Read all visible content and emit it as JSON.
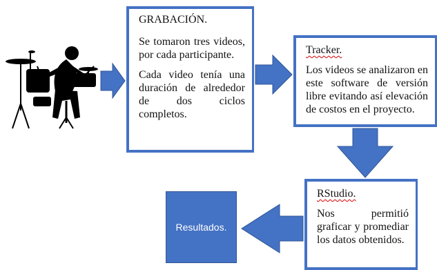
{
  "boxes": {
    "grabacion": {
      "title": "GRABACIÓN.",
      "paragraphs": [
        "Se tomaron tres videos, por cada participante.",
        "Cada video tenía una duración de alrededor de dos ciclos completos."
      ]
    },
    "tracker": {
      "title": "Tracker.",
      "paragraphs": [
        "Los videos se analizaron en este software de versión libre evitando así elevación de costos en el proyecto."
      ]
    },
    "rstudio": {
      "title": "RStudio.",
      "paragraphs": [
        "Nos permitió graficar y promediar los datos obtenidos."
      ]
    }
  },
  "result": {
    "label": "Resultados."
  },
  "colors": {
    "box_border": "#4472c4",
    "arrow_fill": "#4472c4",
    "result_fill": "#4472c4",
    "silhouette": "#000000"
  },
  "icons": {
    "illustration": "drummer-silhouette-icon"
  }
}
